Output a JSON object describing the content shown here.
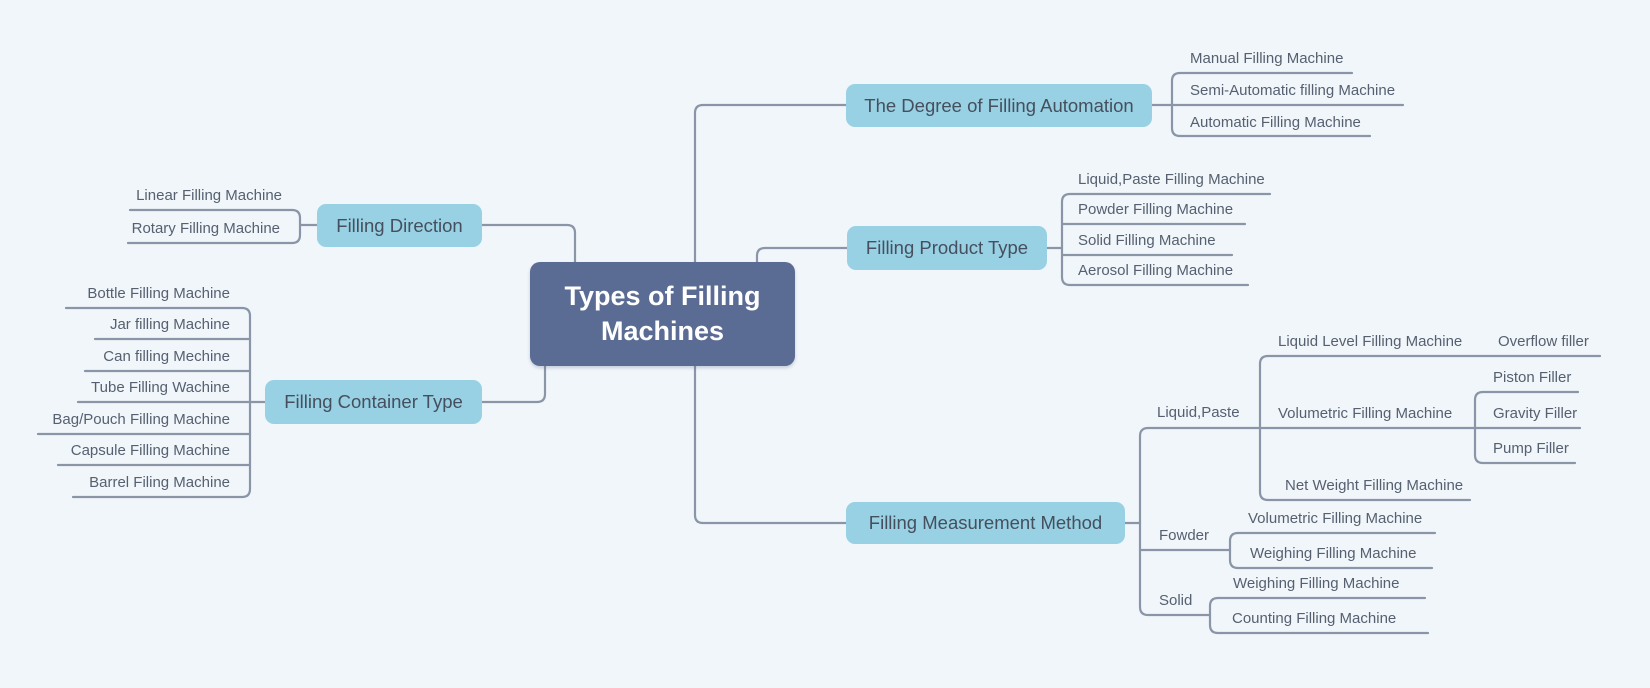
{
  "title": "Types of Filling Machines mind map",
  "palette": {
    "background": "#f1f6fa",
    "central_fill": "#5a6c94",
    "central_text": "#ffffff",
    "branch_fill": "#98d1e4",
    "branch_text": "#454f5d",
    "leaf_text": "#566070",
    "connector_line": "#8a95a8"
  },
  "central": {
    "label": "Types of Filling Machines"
  },
  "branches": [
    {
      "label": "The Degree of Filling Automation",
      "children": [
        "Manual Filling Machine",
        "Semi-Automatic filling Machine",
        "Automatic Filling Machine"
      ]
    },
    {
      "label": "Filling Product Type",
      "children": [
        "Liquid,Paste Filling Machine",
        "Powder Filling Machine",
        "Solid Filling Machine",
        "Aerosol Filling Machine"
      ]
    },
    {
      "label": "Filling Direction",
      "children": [
        "Linear Filling Machine",
        "Rotary Filling Machine"
      ]
    },
    {
      "label": "Filling Container Type",
      "children": [
        "Bottle Filling Machine",
        "Jar filling Machine",
        "Can filling Mechine",
        "Tube Filling Wachine",
        "Bag/Pouch Filling Machine",
        "Capsule Filling Machine",
        "Barrel Filing Machine"
      ]
    },
    {
      "label": "Filling Measurement Method",
      "children": [
        {
          "label": "Liquid,Paste",
          "children": [
            {
              "label": "Liquid Level Filling Machine",
              "children": [
                "Overflow filler"
              ]
            },
            {
              "label": "Volumetric Filling Machine",
              "children": [
                "Piston Filler",
                "Gravity Filler",
                "Pump Filler"
              ]
            },
            {
              "label": "Net Weight Filling Machine",
              "children": []
            }
          ]
        },
        {
          "label": "Fowder",
          "children": [
            "Volumetric Filling Machine",
            "Weighing Filling Machine"
          ]
        },
        {
          "label": "Solid",
          "children": [
            "Weighing Filling Machine",
            "Counting Filling Machine"
          ]
        }
      ]
    }
  ]
}
